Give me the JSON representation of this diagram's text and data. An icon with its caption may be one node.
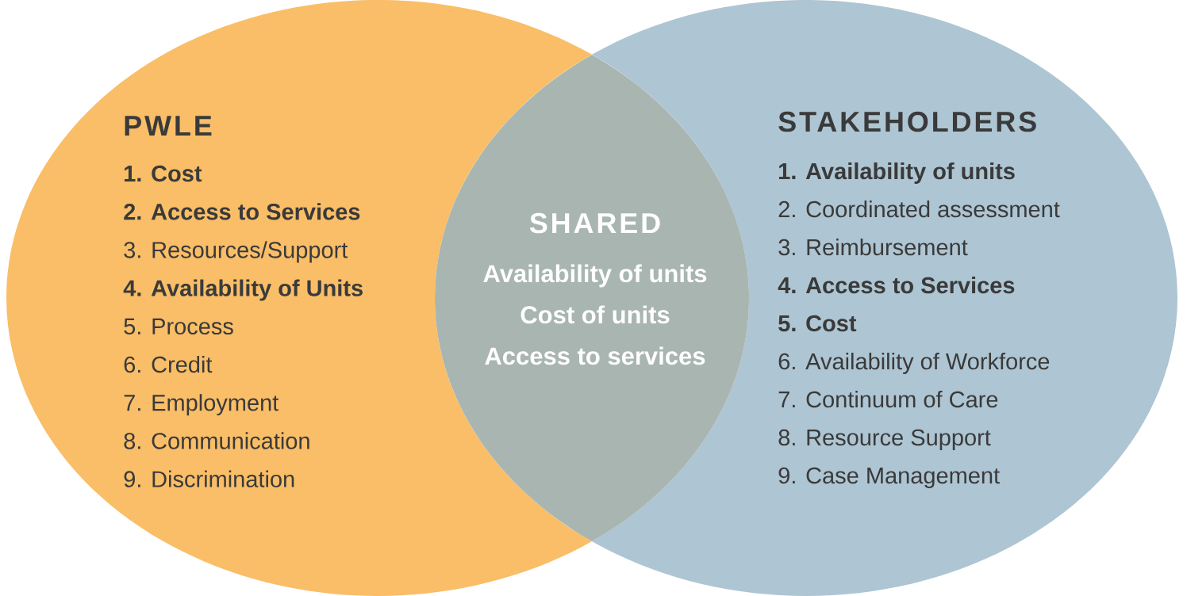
{
  "diagram": {
    "nodes": [
      {
        "text": [
          "PWLE",
          "**1.  Cost**",
          "**2. Access to Services**",
          "3. Resources/Support",
          "**4. Availability of Units**",
          "5. Process",
          "6. Credit",
          "7. Employment",
          "8. Communication",
          "9. Discrimination"
        ]
      },
      {
        "text": [
          "STAKEHOLDERS",
          "**1.  Availability of units**",
          "2. Coordinated assessment",
          "3. Reimbursement",
          "**4. Access to Services**",
          "**5. Cost**",
          "6. Availability of Workforce",
          "7. Continuum of Care",
          "8. Resource Support",
          "9. Case Management"
        ]
      },
      {
        "text": [
          "SHARED",
          "Availability of units",
          "Cost of units",
          "Access to services"
        ]
      }
    ]
  }
}
